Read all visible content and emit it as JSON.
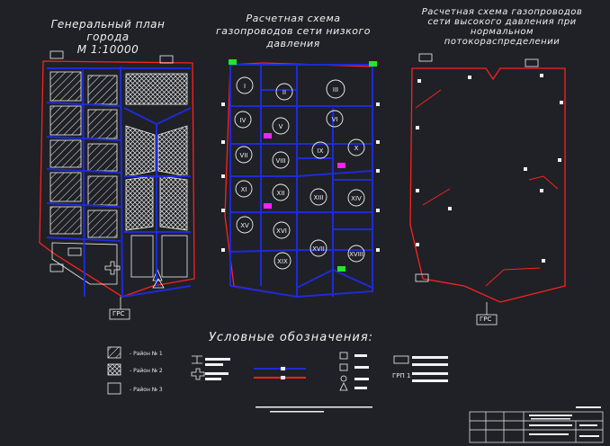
{
  "titles": {
    "general_plan": "Генеральный план\nгорода\nМ  1:10000",
    "low_pressure": "Расчетная схема\nгазопроводов сети низкого\nдавления",
    "high_pressure": "Расчетная схема газопроводов\nсети высокого давления при\nнормальном\nпотокораспределении"
  },
  "grs_label": "ГРС",
  "grs2_label": "ГРС",
  "legend": {
    "title": "Условные обозначения:",
    "district1": "- Район № 1",
    "district2": "- Район № 2",
    "district3": "- Район № 3",
    "grp1_label": "ГРП 1"
  },
  "roman_numerals": [
    "I",
    "II",
    "III",
    "IV",
    "V",
    "VI",
    "VII",
    "VIII",
    "IX",
    "X",
    "XI",
    "XII",
    "XIII",
    "XIV",
    "XV",
    "XVI",
    "XVII",
    "XVIII",
    "XIX"
  ],
  "colors": {
    "background": "#1f2126",
    "red": "#ff2020",
    "blue": "#1e2bd6",
    "white": "#f2f2f2",
    "green": "#26e626",
    "magenta": "#ff20ff"
  }
}
